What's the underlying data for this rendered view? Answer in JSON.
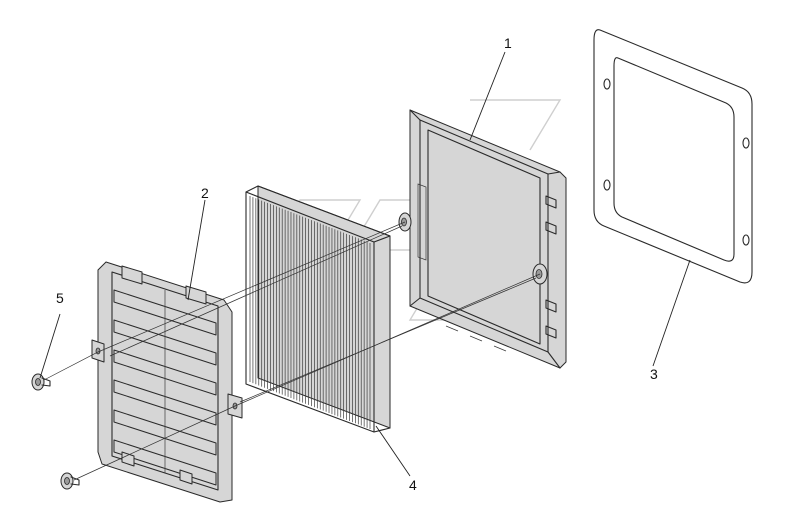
{
  "diagram": {
    "callouts": [
      {
        "id": "1",
        "label": "1"
      },
      {
        "id": "2",
        "label": "2"
      },
      {
        "id": "3",
        "label": "3"
      },
      {
        "id": "4",
        "label": "4"
      },
      {
        "id": "5",
        "label": "5"
      }
    ],
    "parts": [
      {
        "callout": "1",
        "icon": "filter-housing-frame"
      },
      {
        "callout": "2",
        "icon": "louvered-grille-cover"
      },
      {
        "callout": "3",
        "icon": "gasket-seal"
      },
      {
        "callout": "4",
        "icon": "pleated-filter-element"
      },
      {
        "callout": "5",
        "icon": "screw-fastener"
      }
    ],
    "colors": {
      "line": "#2a2a2a",
      "shade": "#d6d6d6",
      "watermark": "#cfcfcf"
    }
  }
}
